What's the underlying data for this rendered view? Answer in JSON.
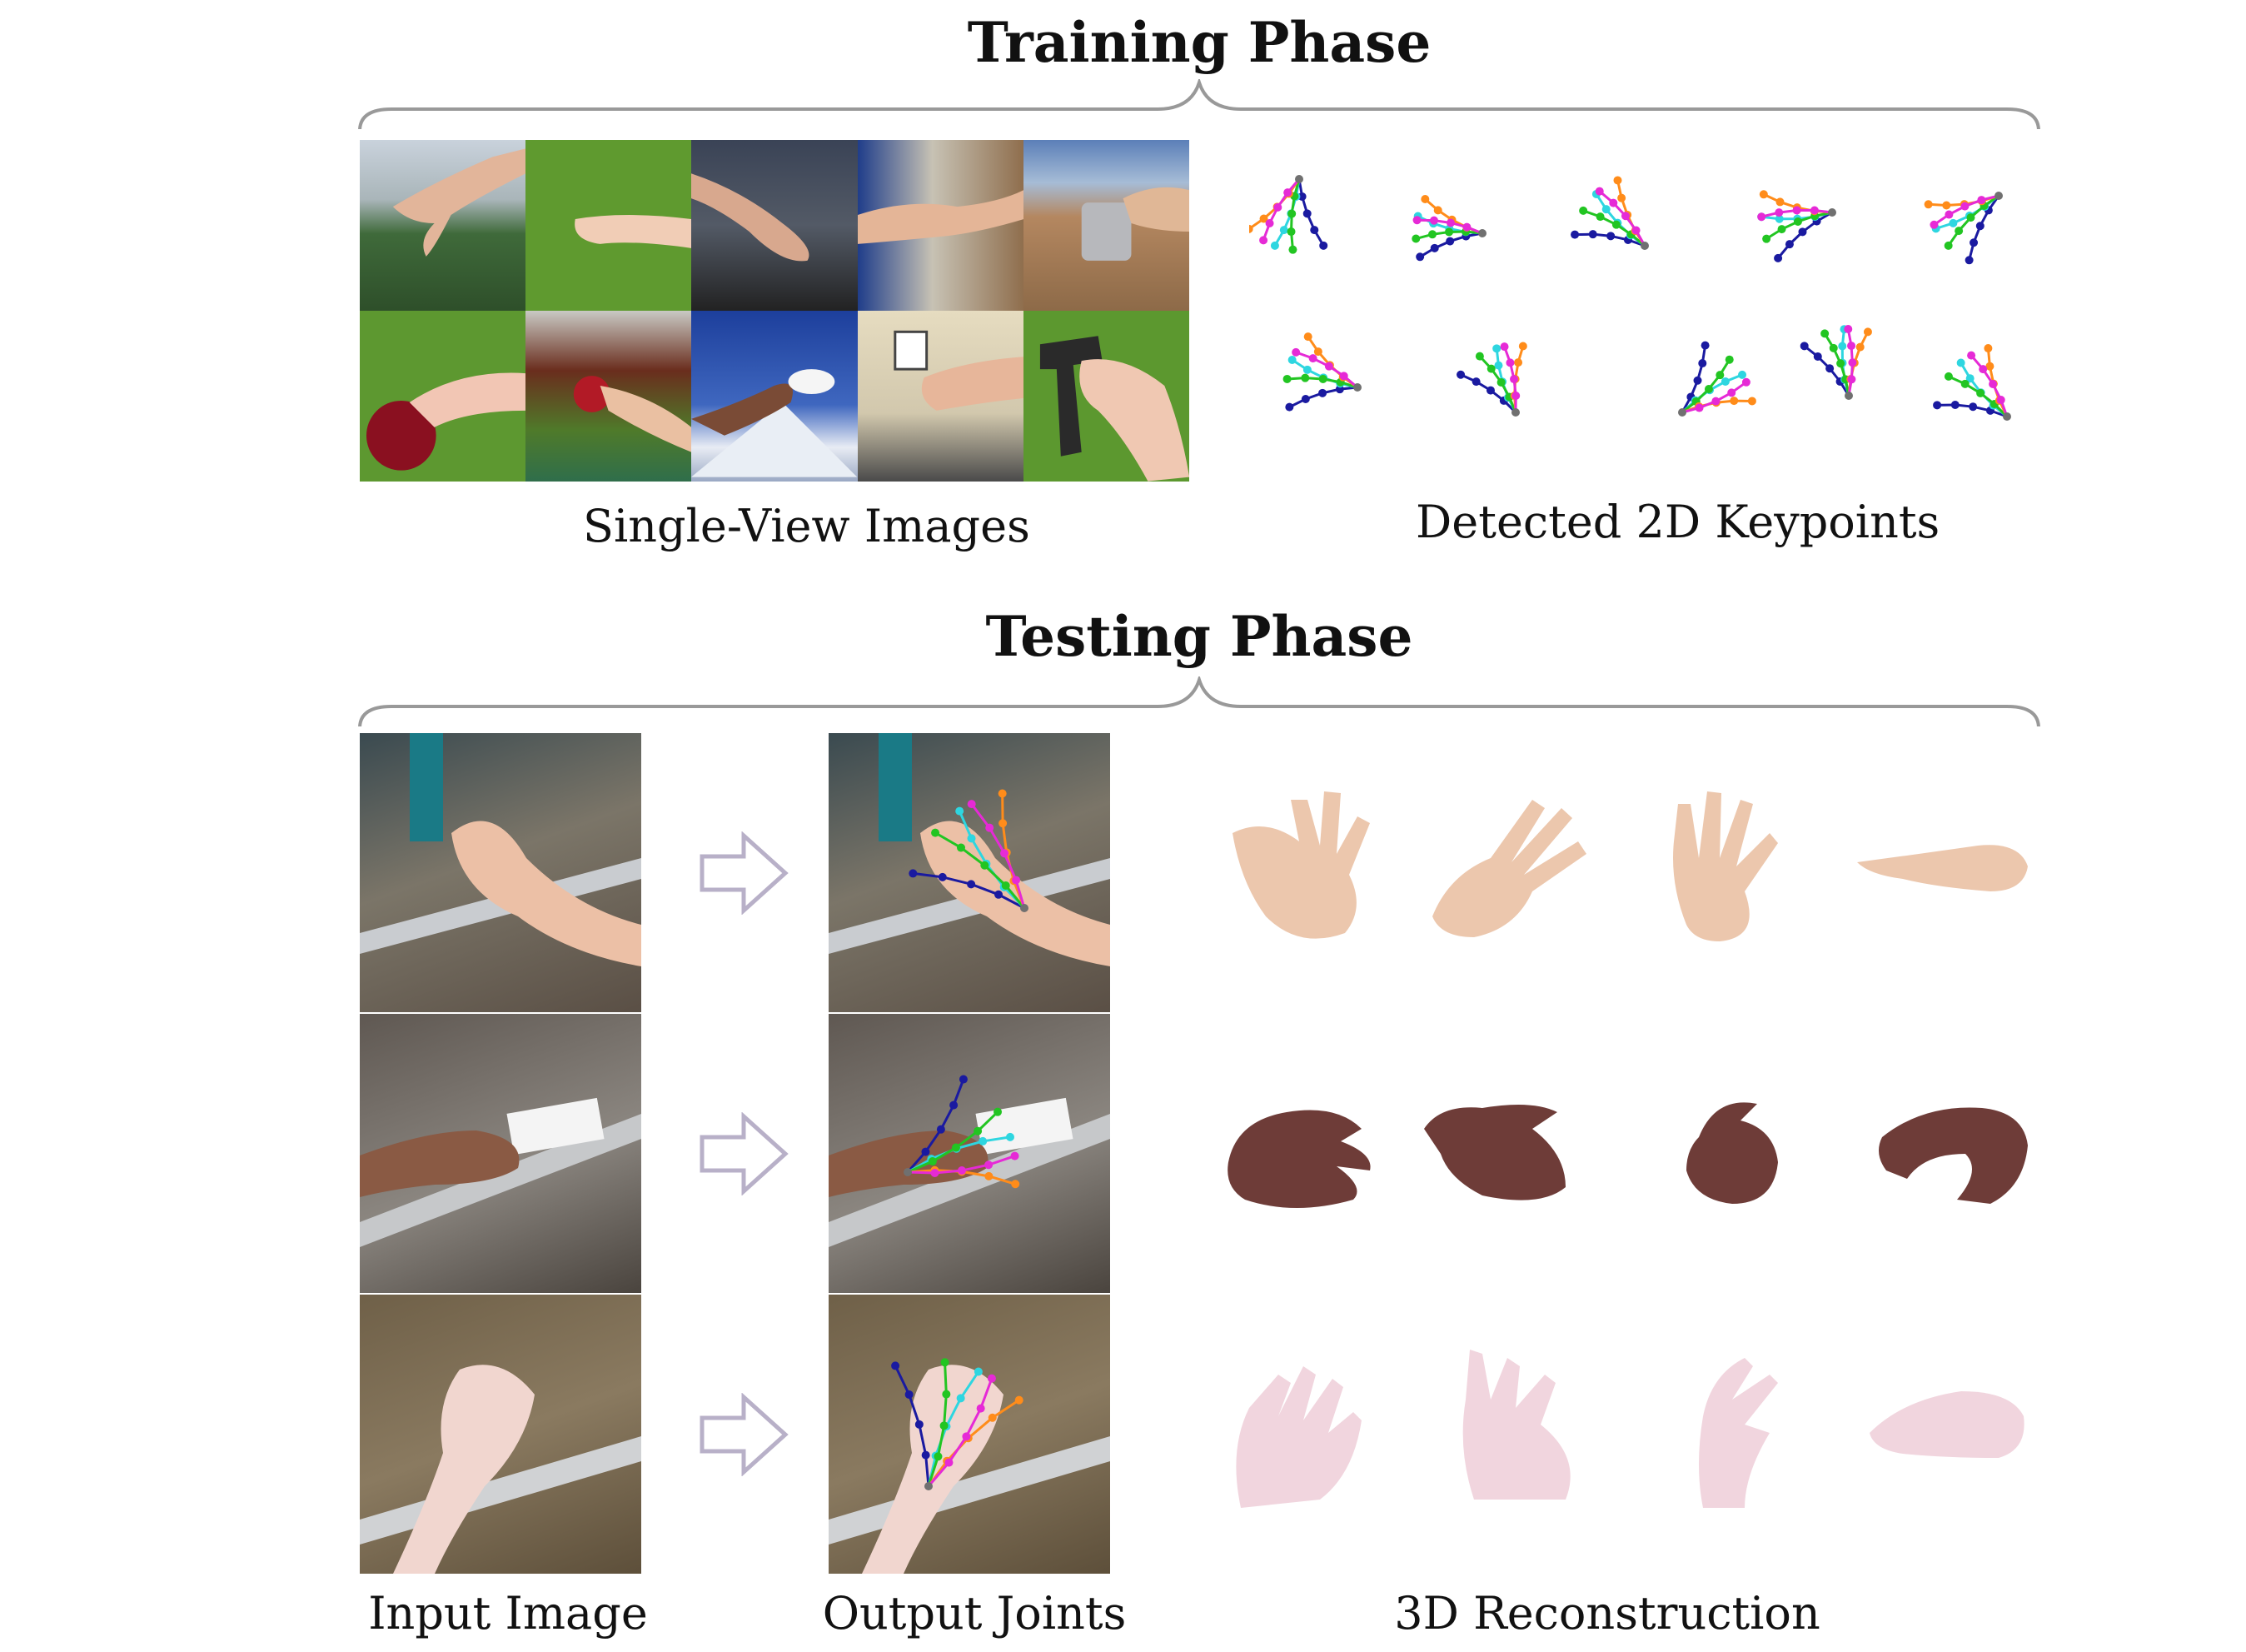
{
  "training": {
    "title": "Training Phase",
    "images_label": "Single-View Images",
    "keypoints_label": "Detected 2D Keypoints",
    "images": [
      "aerial-village-hand",
      "green-screen-hand",
      "bare-tree-hand",
      "library-aisle-hand",
      "desert-cup-hand",
      "green-screen-apple-hand",
      "market-apple-hand",
      "snowy-mountain-hand",
      "office-hand",
      "green-screen-gun-hand"
    ]
  },
  "testing": {
    "title": "Testing Phase",
    "input_label": "Input Image",
    "output_label": "Output Joints",
    "reconstruction_label": "3D Reconstruction"
  },
  "colors": {
    "thumb": "#1a1aa0",
    "index": "#2ed6e0",
    "middle": "#22c522",
    "ring": "#ff8c1a",
    "little": "#e62ad6",
    "wrist": "#707070",
    "skin_light": "#ecc7ad",
    "skin_dark": "#6e3c38",
    "skin_pale": "#f1d5de",
    "brace": "#999999"
  }
}
